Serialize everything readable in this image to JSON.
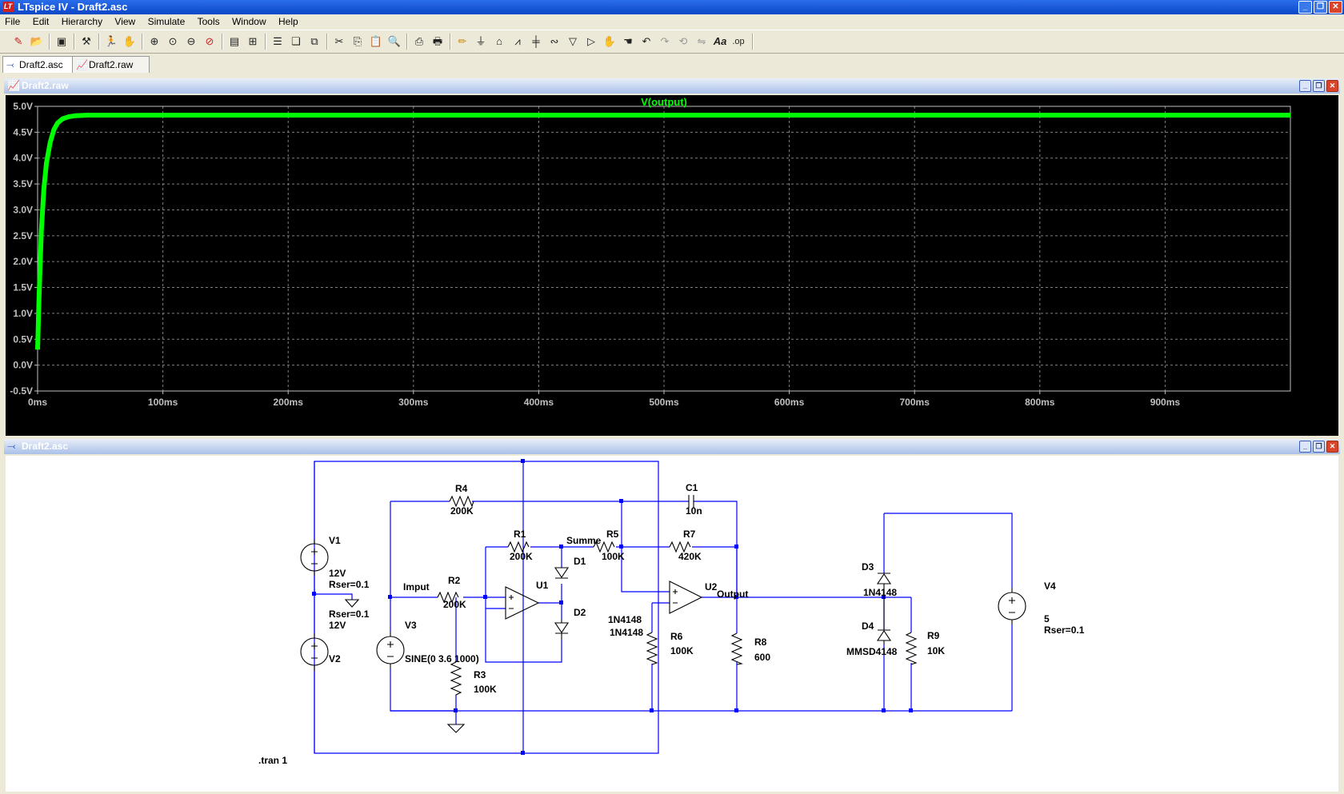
{
  "app": {
    "title": "LTspice IV - Draft2.asc",
    "icon_text": "LT"
  },
  "menu": [
    "File",
    "Edit",
    "Hierarchy",
    "View",
    "Simulate",
    "Tools",
    "Window",
    "Help"
  ],
  "toolbar_icons": [
    "new-schematic-icon",
    "open-icon",
    "save-icon",
    "control-panel-icon",
    "run-icon",
    "halt-icon",
    "zoom-in-icon",
    "zoom-pan-icon",
    "zoom-out-icon",
    "zoom-cancel-icon",
    "autorange-icon",
    "plot-icon",
    "tile-horizontal-icon",
    "cascade-icon",
    "close-all-icon",
    "cut-icon",
    "copy-icon",
    "paste-icon",
    "find-icon",
    "print-setup-icon",
    "print-icon",
    "wire-icon",
    "ground-icon",
    "label-icon",
    "resistor-icon",
    "capacitor-icon",
    "inductor-icon",
    "diode-icon",
    "component-icon",
    "move-icon",
    "drag-icon",
    "undo-icon",
    "redo-icon",
    "rotate-icon",
    "mirror-icon",
    "text-icon",
    "spice-directive-icon"
  ],
  "tabs": [
    {
      "label": "Draft2.asc",
      "kind": "schematic"
    },
    {
      "label": "Draft2.raw",
      "kind": "waveform"
    }
  ],
  "plot_window": {
    "title": "Draft2.raw"
  },
  "schematic_window": {
    "title": "Draft2.asc"
  },
  "colors": {
    "trace": "#00ff00",
    "wire": "#0000ff",
    "plot_bg": "#000000",
    "grid": "#808080",
    "axis_text": "#c0c0c0"
  },
  "chart_data": {
    "type": "line",
    "title": "V(output)",
    "xlabel": "",
    "ylabel": "",
    "xlim": [
      0,
      1000
    ],
    "ylim": [
      -0.5,
      5.0
    ],
    "x_ticks": [
      "0ms",
      "100ms",
      "200ms",
      "300ms",
      "400ms",
      "500ms",
      "600ms",
      "700ms",
      "800ms",
      "900ms"
    ],
    "y_ticks": [
      "-0.5V",
      "0.0V",
      "0.5V",
      "1.0V",
      "1.5V",
      "2.0V",
      "2.5V",
      "3.0V",
      "3.5V",
      "4.0V",
      "4.5V",
      "5.0V"
    ],
    "series": [
      {
        "name": "V(output)",
        "x": [
          0,
          1,
          2,
          3,
          5,
          7,
          10,
          13,
          16,
          20,
          25,
          30,
          40,
          60,
          100,
          200,
          400,
          600,
          800,
          1000
        ],
        "y": [
          0.3,
          1.2,
          1.9,
          2.6,
          3.4,
          3.9,
          4.3,
          4.55,
          4.68,
          4.76,
          4.8,
          4.82,
          4.83,
          4.83,
          4.83,
          4.83,
          4.83,
          4.83,
          4.83,
          4.83
        ]
      }
    ],
    "grid": true
  },
  "schematic": {
    "labels": {
      "R4": "R4",
      "R4v": "200K",
      "C1": "C1",
      "C1v": "10n",
      "R1": "R1",
      "R1v": "200K",
      "R5": "R5",
      "R5v": "100K",
      "R7": "R7",
      "R7v": "420K",
      "V1": "V1",
      "V1v": "12V",
      "V1r": "Rser=0.1",
      "V2": "V2",
      "V2v": "12V",
      "V2r": "Rser=0.1",
      "R2": "R2",
      "R2v": "200K",
      "U1": "U1",
      "U2": "U2",
      "D1": "D1",
      "D2": "D2",
      "D1v": "1N4148",
      "D2v": "1N4148",
      "V3": "V3",
      "V3v": "SINE(0 3.6 1000)",
      "R3": "R3",
      "R3v": "100K",
      "R6": "R6",
      "R6v": "100K",
      "R8": "R8",
      "R8v": "600",
      "D3": "D3",
      "D3v": "1N4148",
      "D4": "D4",
      "D4v": "MMSD4148",
      "R9": "R9",
      "R9v": "10K",
      "V4": "V4",
      "V4v": "5",
      "V4r": "Rser=0.1",
      "net_summe": "Summe",
      "net_imput": "Imput",
      "net_output": "Output",
      "directive": ".tran 1"
    }
  }
}
